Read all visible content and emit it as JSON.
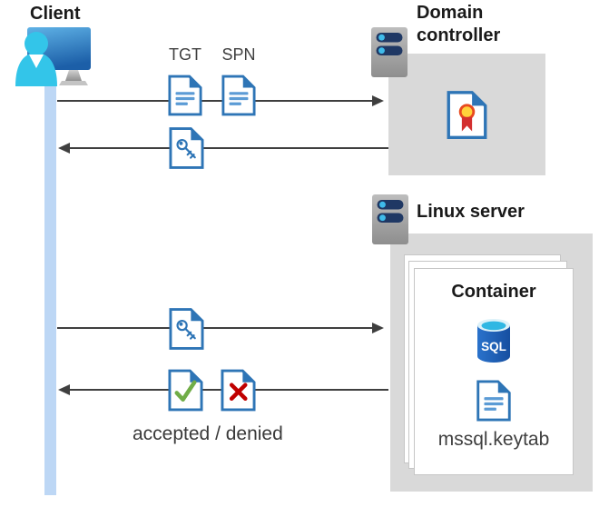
{
  "client": {
    "label": "Client"
  },
  "domain_controller": {
    "label": "Domain controller"
  },
  "linux_server": {
    "label": "Linux server"
  },
  "container": {
    "title": "Container",
    "sql_badge": "SQL",
    "keytab_file": "mssql.keytab"
  },
  "messages": {
    "tgt": "TGT",
    "spn": "SPN",
    "result": "accepted / denied"
  },
  "icons": {
    "client": "user-at-computer-icon",
    "server": "server-icon",
    "ticket_document": "document-icon",
    "key_document": "key-document-icon",
    "certificate_document": "certificate-document-icon",
    "accepted_document": "check-document-icon",
    "denied_document": "cross-document-icon",
    "sql_database": "sql-database-icon"
  },
  "colors": {
    "doc_blue": "#2E75B6",
    "doc_lines_blue": "#5B9BD5",
    "lifeline_blue": "#BDD7F5",
    "arrow_gray": "#3F3F3F",
    "box_gray": "#D9D9D9",
    "accepted_green": "#70AD47",
    "denied_red": "#C00000",
    "sql_body_blue": "#1E5FBF",
    "sql_top_cyan": "#30B7E3",
    "person_cyan": "#33C5E9",
    "server_pill_navy": "#1F3864",
    "cert_yellow": "#FFD23B",
    "cert_red": "#D32F2F"
  }
}
